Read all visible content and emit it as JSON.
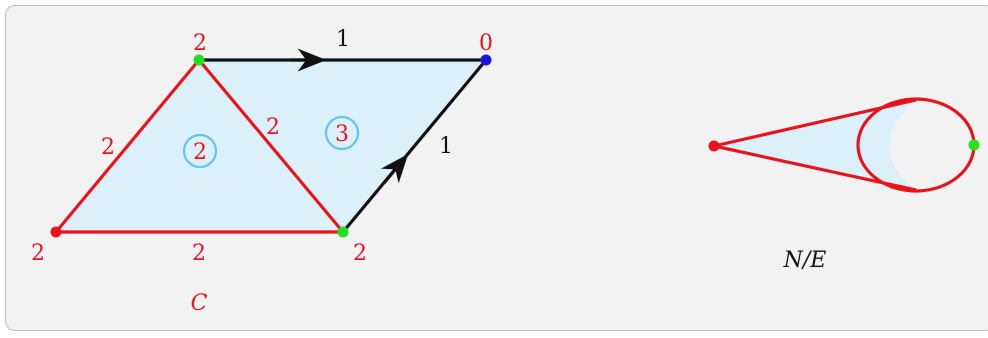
{
  "colors": {
    "panel_bg": "#f2f2f2",
    "face_fill": "#dbf0fa",
    "red": "#e8141c",
    "black": "#111111",
    "green": "#22e022",
    "blue": "#1616e0",
    "circle_stroke": "#5ec7ea"
  },
  "left_figure": {
    "vertex_labels": {
      "top_left": "2",
      "top_right": "0",
      "bottom_left": "2",
      "bottom_right": "2"
    },
    "edge_labels": {
      "top": "1",
      "right": "1",
      "left": "2",
      "diagonal": "2",
      "bottom": "2"
    },
    "face_labels": {
      "triangle": "2",
      "parallelogram": "3"
    },
    "caption": "C"
  },
  "right_figure": {
    "caption": "N/E"
  }
}
